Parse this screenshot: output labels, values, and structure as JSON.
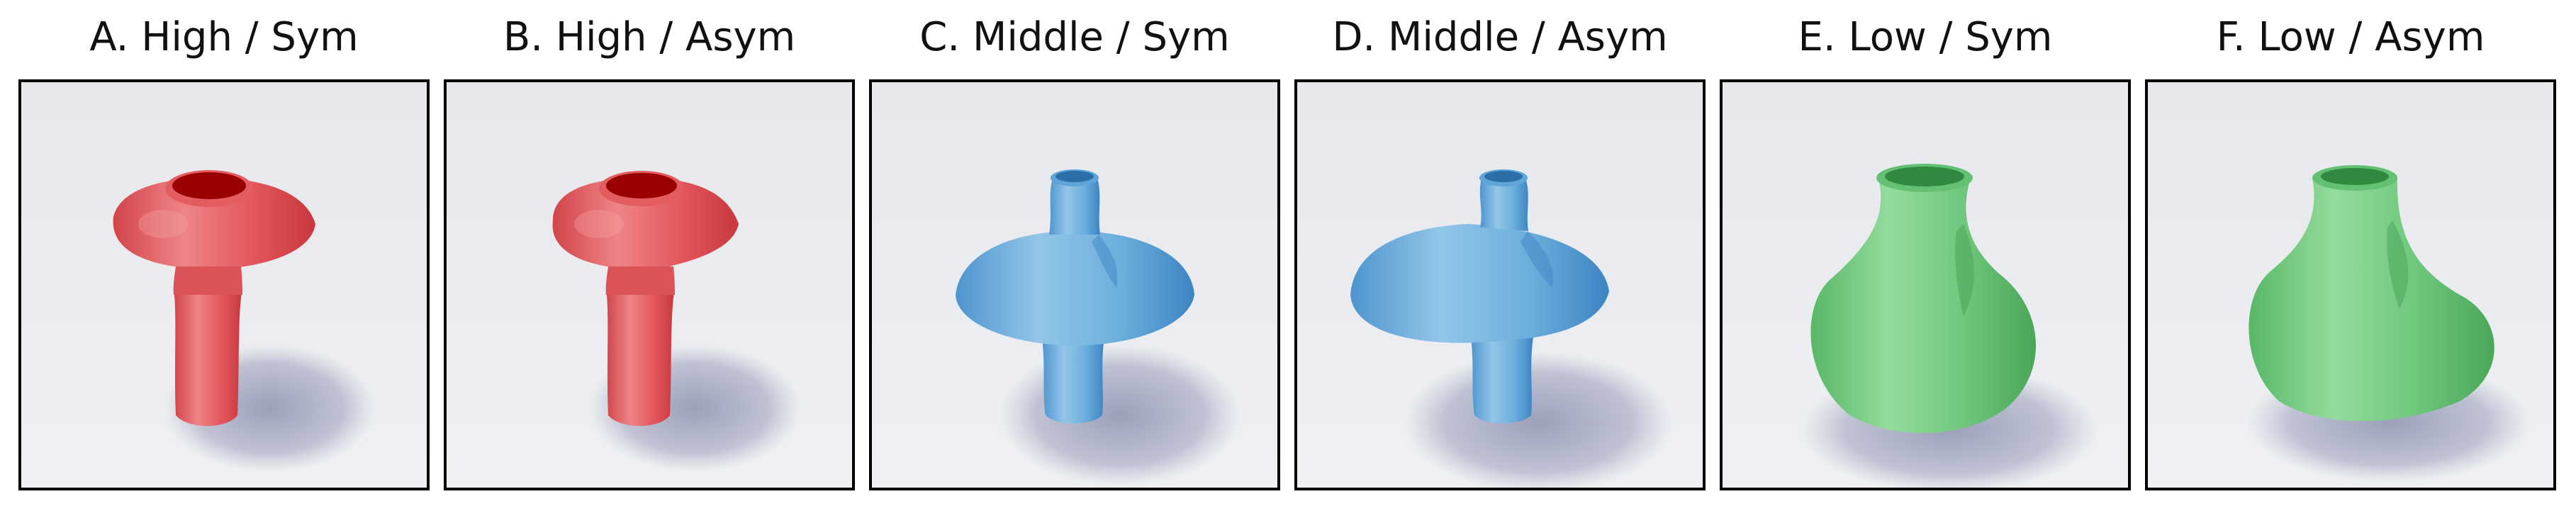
{
  "panels": [
    {
      "title": "A. High / Sym",
      "subject": "red-vase",
      "color": "#e05a5f"
    },
    {
      "title": "B. High / Asym",
      "subject": "red-vase",
      "color": "#e05a5f"
    },
    {
      "title": "C. Middle / Sym",
      "subject": "blue-vase",
      "color": "#6aaedc"
    },
    {
      "title": "D. Middle / Asym",
      "subject": "blue-vase",
      "color": "#6aaedc"
    },
    {
      "title": "E. Low / Sym",
      "subject": "green-vase",
      "color": "#6cc67a"
    },
    {
      "title": "F. Low / Asym",
      "subject": "green-vase",
      "color": "#6cc67a"
    }
  ]
}
